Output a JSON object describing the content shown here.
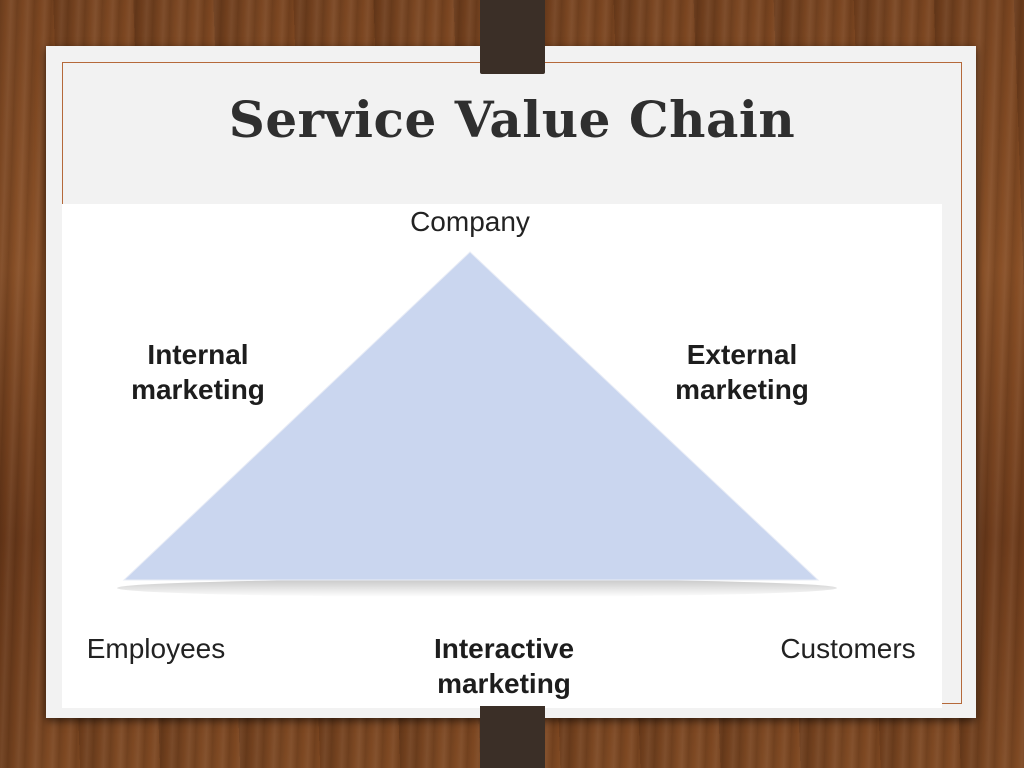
{
  "slide": {
    "title": "Service Value Chain"
  },
  "diagram": {
    "vertices": {
      "top": "Company",
      "bottom_left": "Employees",
      "bottom_right": "Customers"
    },
    "edges": {
      "left": [
        "Internal",
        "marketing"
      ],
      "right": [
        "External",
        "marketing"
      ],
      "bottom": [
        "Interactive",
        "marketing"
      ]
    },
    "colors": {
      "triangle_fill": "#cad6ef",
      "text": "#222222",
      "frame_line": "#b5693a"
    }
  }
}
